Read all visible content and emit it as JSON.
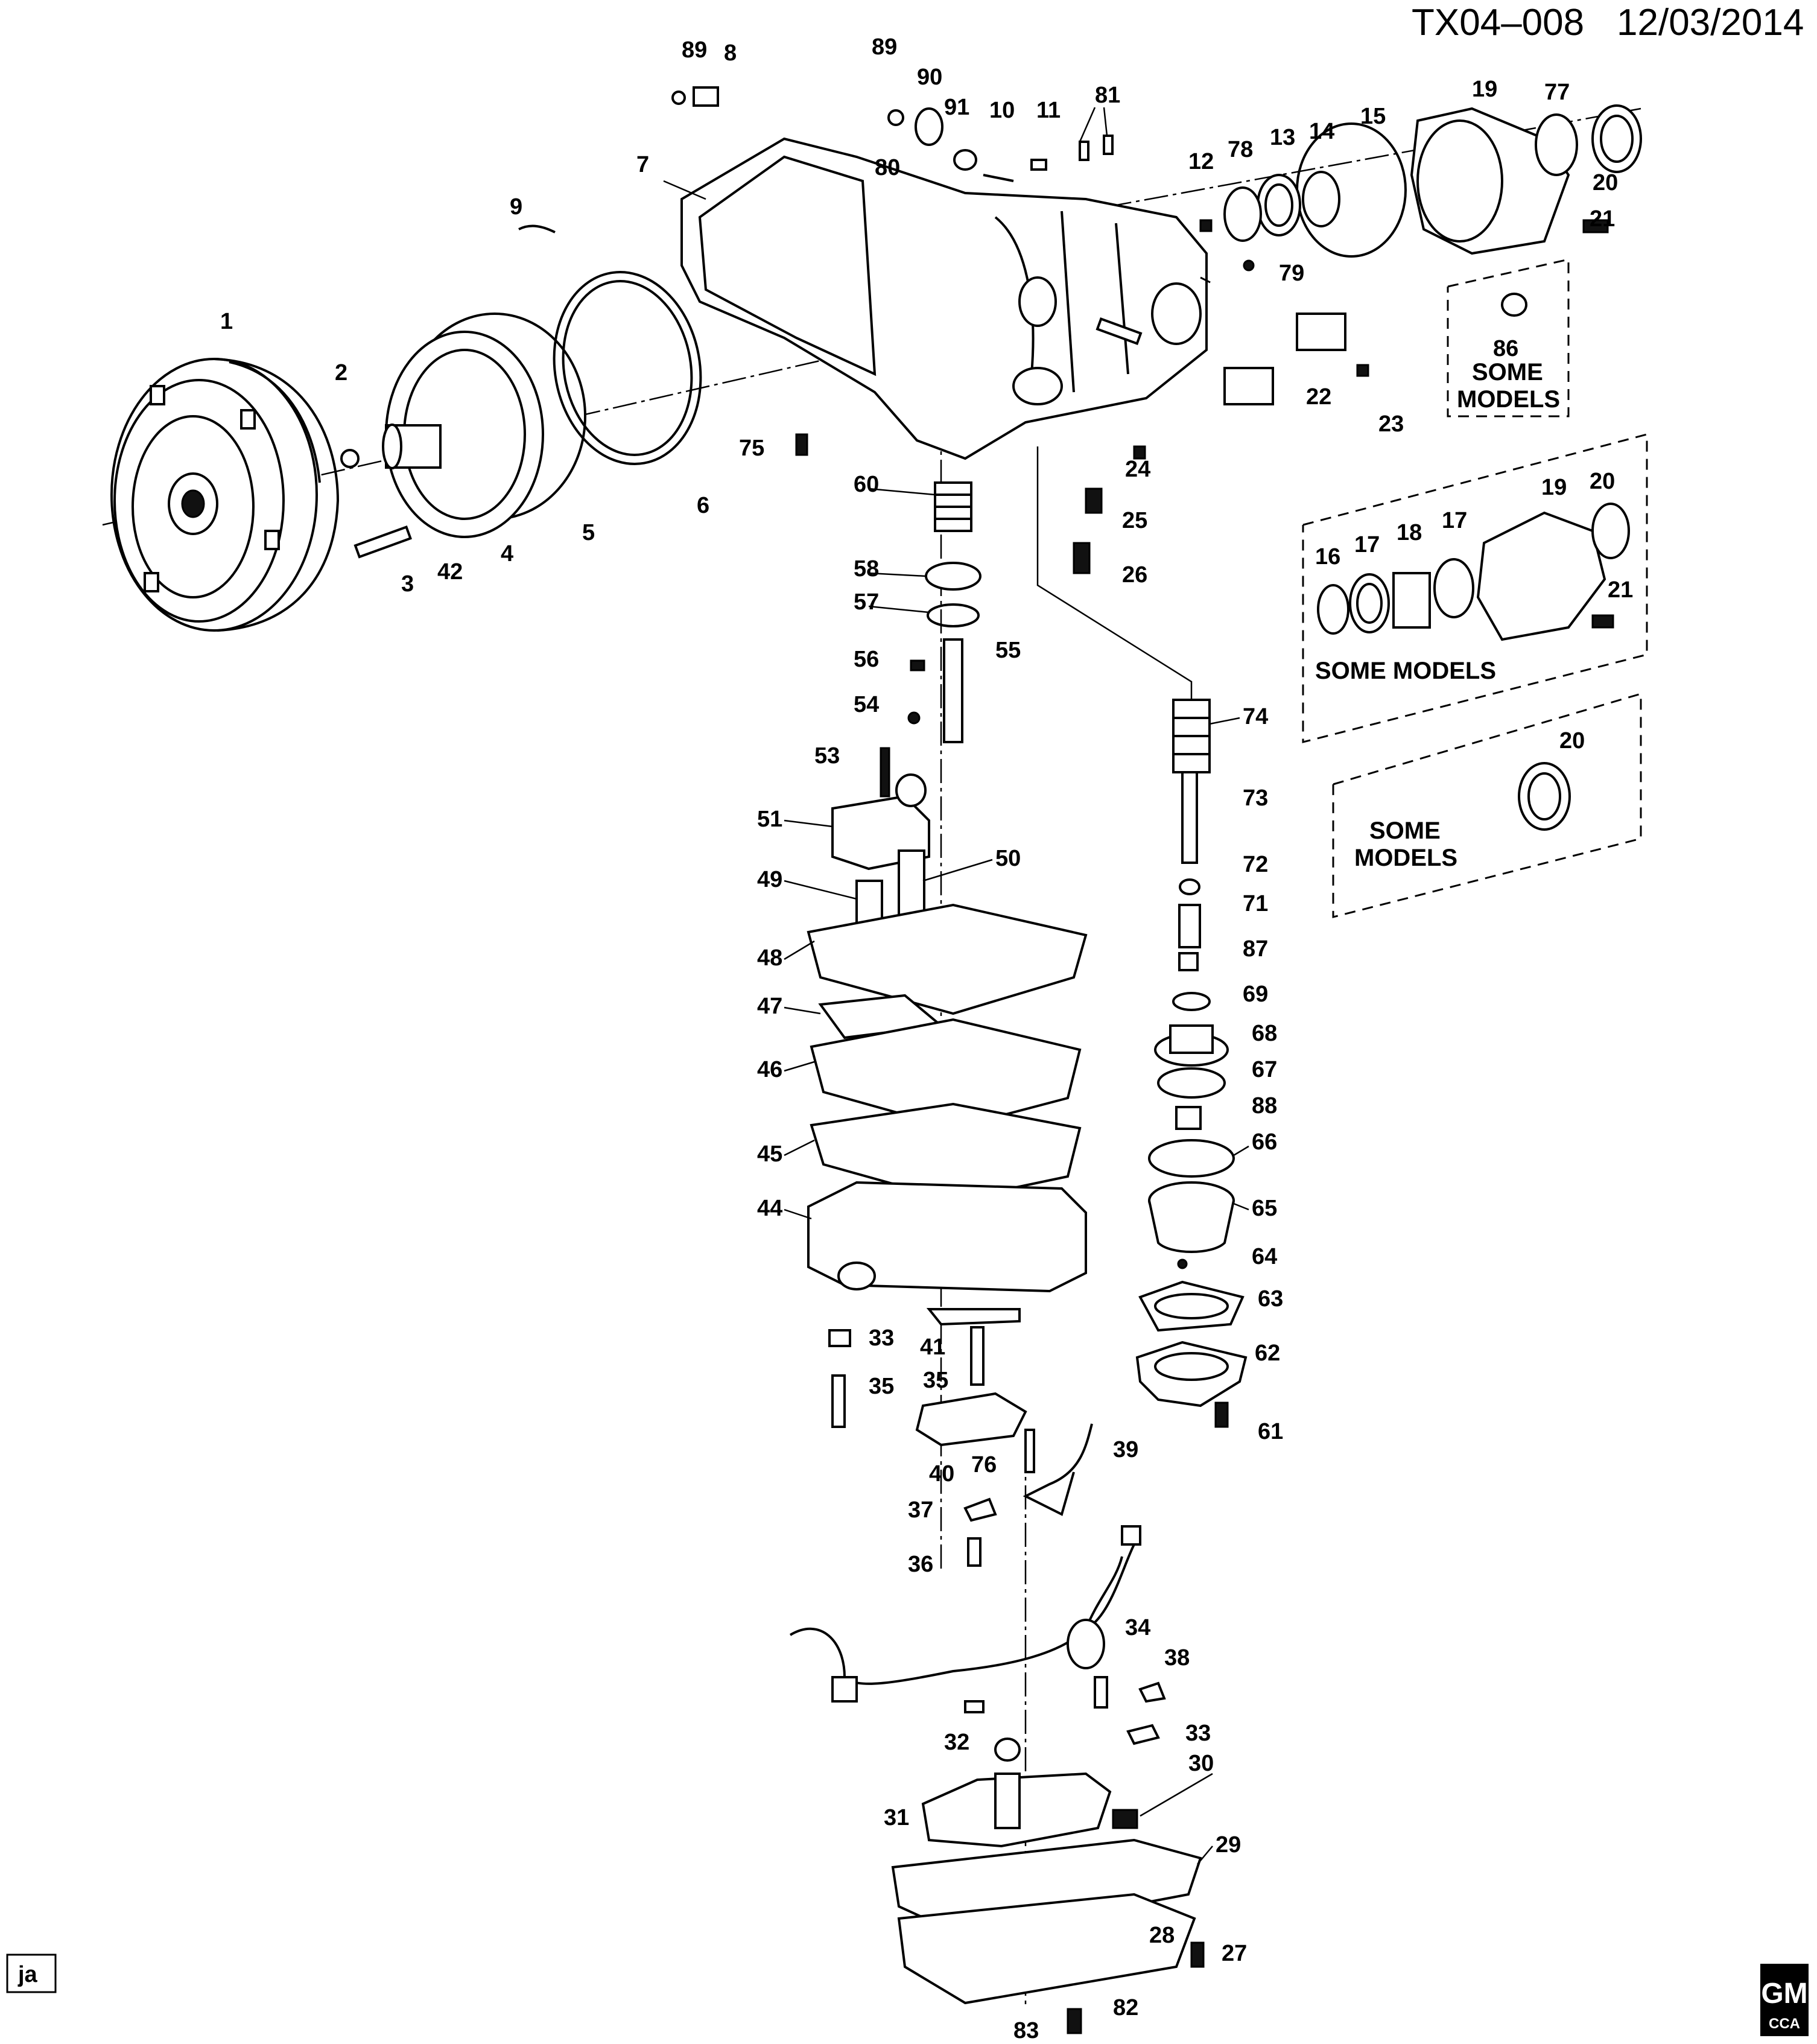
{
  "header": {
    "code": "TX04–008",
    "date": "12/03/2014"
  },
  "footer": {
    "author_code": "ja",
    "logo_top": "GM",
    "logo_bottom": "CCA"
  },
  "notes": {
    "some_models_a_line1": "SOME",
    "some_models_a_line2": "MODELS",
    "some_models_b": "SOME MODELS",
    "some_models_c_line1": "SOME",
    "some_models_c_line2": "MODELS"
  },
  "labels": [
    "89",
    "8",
    "89",
    "90",
    "91",
    "10",
    "11",
    "81",
    "19",
    "77",
    "7",
    "80",
    "12",
    "78",
    "13",
    "14",
    "15",
    "20",
    "21",
    "9",
    "79",
    "86",
    "1",
    "2",
    "22",
    "23",
    "75",
    "24",
    "25",
    "4",
    "5",
    "6",
    "3",
    "42",
    "60",
    "58",
    "26",
    "57",
    "56",
    "55",
    "54",
    "16",
    "17",
    "18",
    "17",
    "19",
    "20",
    "21",
    "74",
    "20",
    "53",
    "51",
    "73",
    "49",
    "50",
    "72",
    "71",
    "87",
    "48",
    "47",
    "69",
    "68",
    "46",
    "67",
    "88",
    "45",
    "66",
    "44",
    "65",
    "64",
    "63",
    "33",
    "41",
    "62",
    "35",
    "35",
    "61",
    "40",
    "76",
    "39",
    "37",
    "36",
    "34",
    "38",
    "33",
    "32",
    "30",
    "31",
    "29",
    "27",
    "28",
    "82",
    "83"
  ]
}
